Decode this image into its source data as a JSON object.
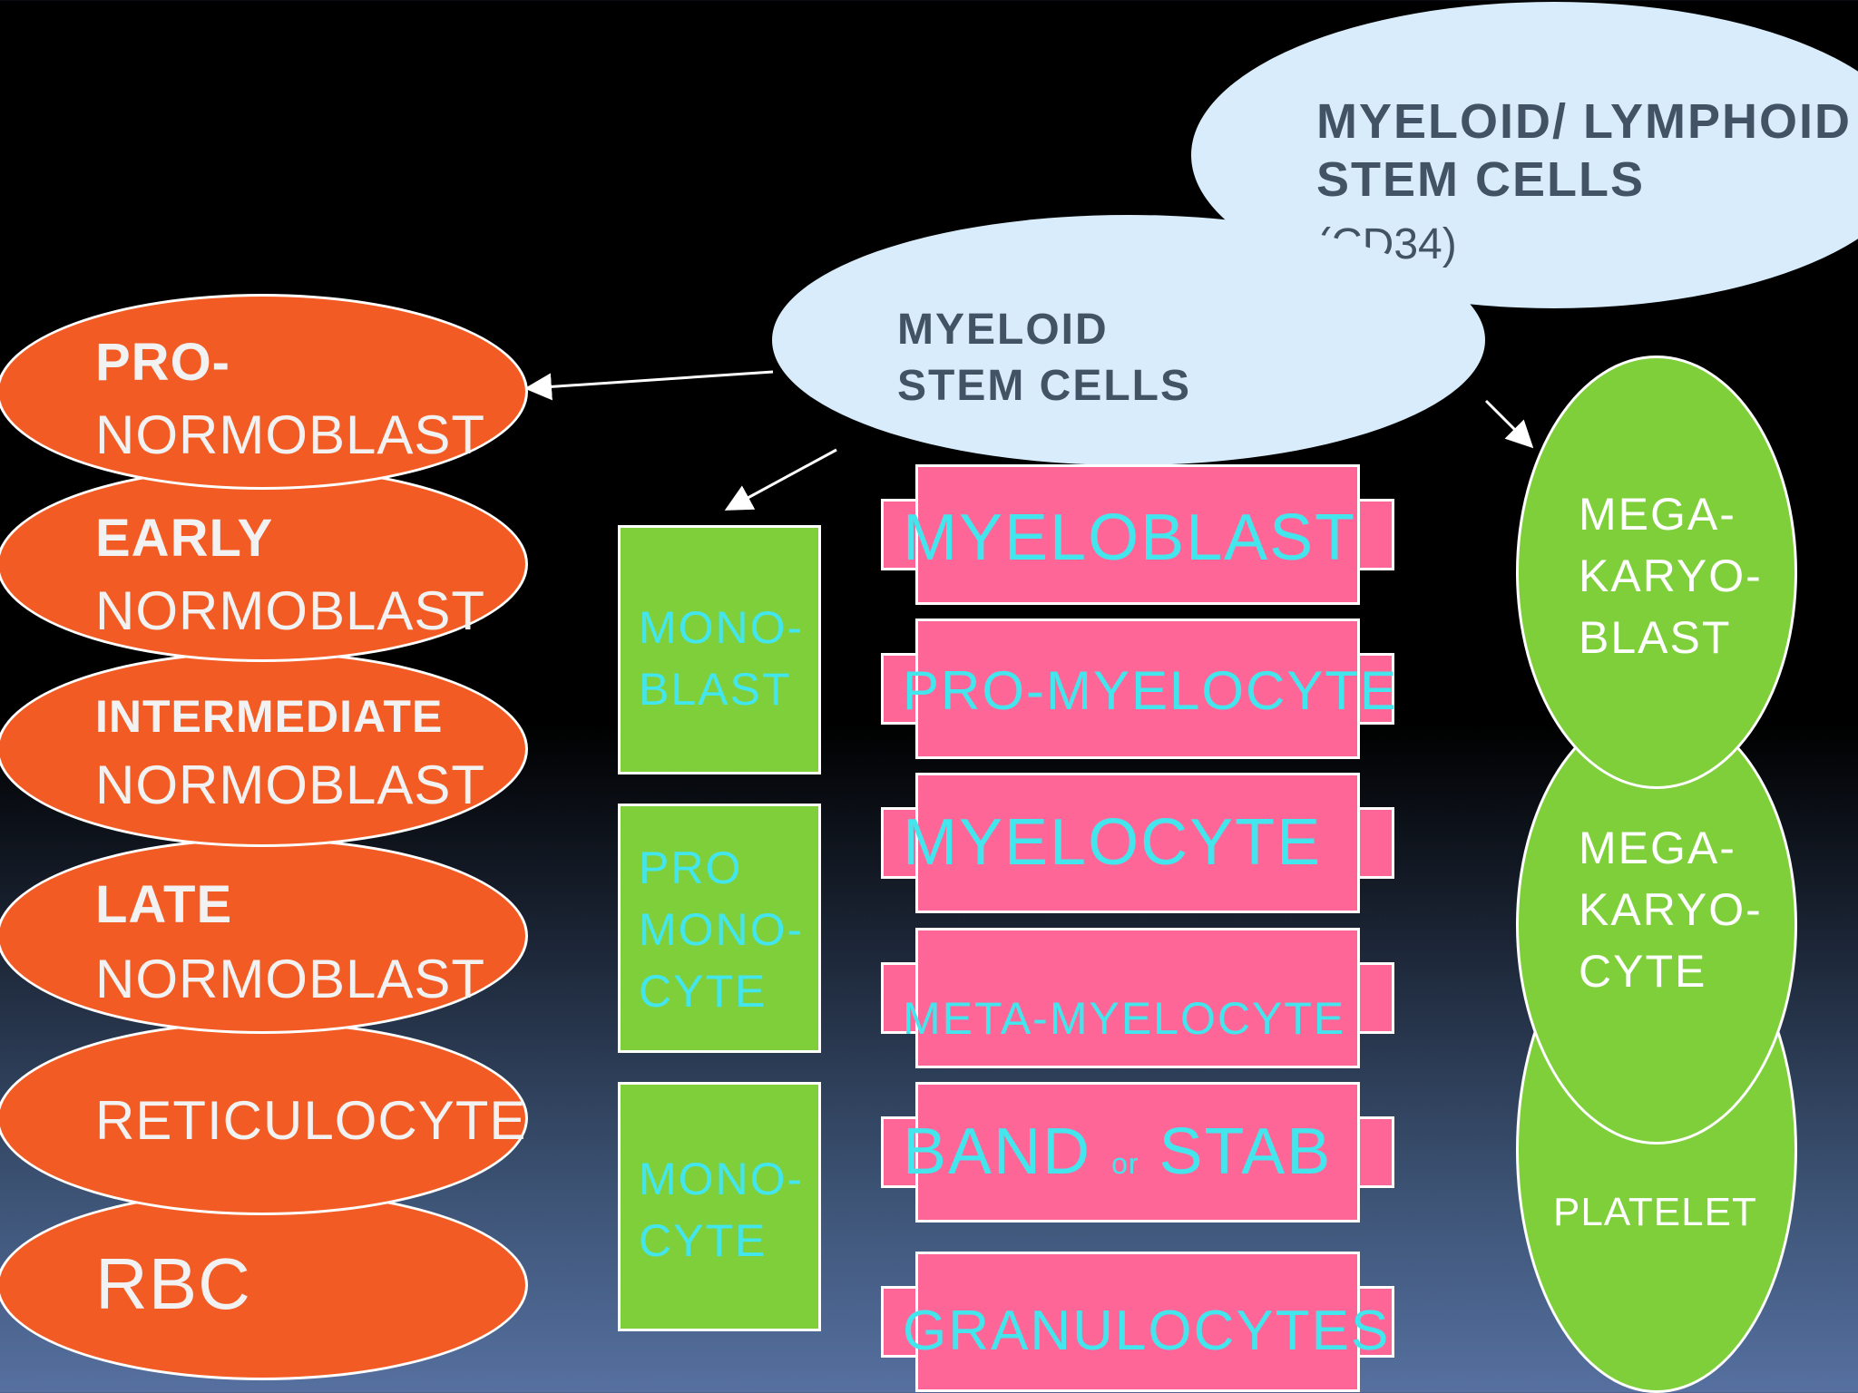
{
  "stem": {
    "lymphoid_title": "MYELOID/ LYMPHOID\nSTEM CELLS",
    "lymphoid_marker": "(CD34)",
    "myeloid_title": "MYELOID\nSTEM CELLS"
  },
  "erythroid": [
    {
      "line1": "PRO-",
      "line2": "NORMOBLAST"
    },
    {
      "line1": "EARLY",
      "line2": "NORMOBLAST"
    },
    {
      "line1": "INTERMEDIATE",
      "line2": "NORMOBLAST"
    },
    {
      "line1": "LATE",
      "line2": "NORMOBLAST"
    },
    {
      "line1": "RETICULOCYTE",
      "line2": ""
    },
    {
      "line1": "RBC",
      "line2": ""
    }
  ],
  "monocytic": [
    {
      "label": "MONO-\nBLAST"
    },
    {
      "label": "PRO\nMONO-\nCYTE"
    },
    {
      "label": "MONO-\nCYTE"
    }
  ],
  "granulocytic": [
    {
      "label": "MYELOBLAST"
    },
    {
      "label": "PRO-MYELOCYTE"
    },
    {
      "label": "MYELOCYTE"
    },
    {
      "label": "META-MYELOCYTE"
    },
    {
      "label_a": "BAND",
      "label_or": "or",
      "label_b": "STAB"
    },
    {
      "label": "GRANULOCYTES"
    }
  ],
  "megakaryocytic": [
    {
      "label": "MEGA-\nKARYO-\nBLAST"
    },
    {
      "label": "MEGA-\nKARYO-\nCYTE"
    },
    {
      "label": "PLATELET"
    }
  ],
  "colors": {
    "erythroid": "#f25c24",
    "stem": "#d8ecfb",
    "green": "#7fcf3b",
    "pink": "#ff6698",
    "cyan_text": "#44e6ee"
  }
}
